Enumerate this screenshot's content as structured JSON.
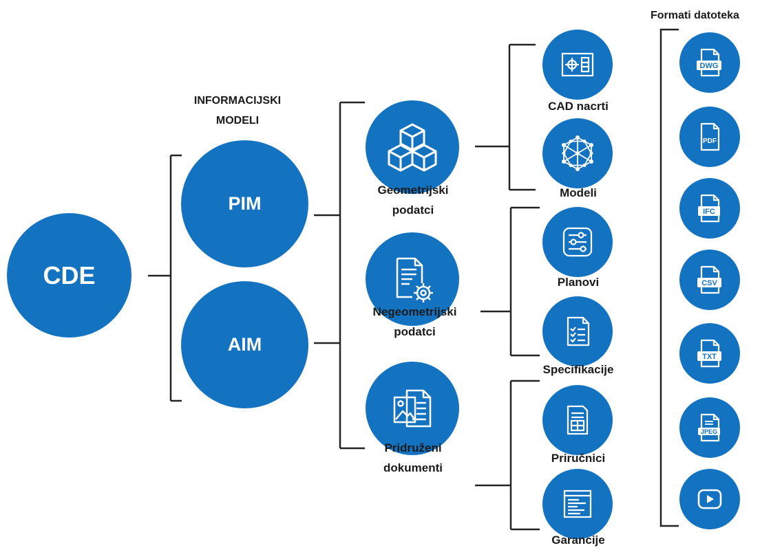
{
  "root": {
    "label": "CDE"
  },
  "models_heading": {
    "line1": "INFORMACIJSKI",
    "line2": "MODELI"
  },
  "models": [
    {
      "label": "PIM"
    },
    {
      "label": "AIM"
    }
  ],
  "data_types": [
    {
      "line1": "Geometrijski",
      "line2": "podatci",
      "icon": "cubes-icon"
    },
    {
      "line1": "Negeometrijski",
      "line2": "podatci",
      "icon": "document-gear-icon"
    },
    {
      "line1": "Pridruženi",
      "line2": "dokumenti",
      "icon": "image-documents-icon"
    }
  ],
  "subcategories": [
    {
      "label": "CAD nacrti",
      "icon": "cad-drawing-icon"
    },
    {
      "label": "Modeli",
      "icon": "network-model-icon"
    },
    {
      "label": "Planovi",
      "icon": "schedule-sliders-icon"
    },
    {
      "label": "Specifikacije",
      "icon": "checklist-icon"
    },
    {
      "label": "Priručnici",
      "icon": "manual-icon"
    },
    {
      "label": "Garancije",
      "icon": "certificate-icon"
    }
  ],
  "formats_heading": "Formati datoteka",
  "formats": [
    {
      "label": "DWG",
      "icon": "dwg-file-icon"
    },
    {
      "label": "PDF",
      "icon": "pdf-file-icon"
    },
    {
      "label": "IFC",
      "icon": "ifc-file-icon"
    },
    {
      "label": "CSV",
      "icon": "csv-file-icon"
    },
    {
      "label": "TXT",
      "icon": "txt-file-icon"
    },
    {
      "label": "JPEG",
      "icon": "jpeg-file-icon"
    },
    {
      "label": "",
      "icon": "video-play-icon"
    }
  ],
  "colors": {
    "node": "#1473c1",
    "line": "#222222",
    "text": "#1a1a1a"
  }
}
